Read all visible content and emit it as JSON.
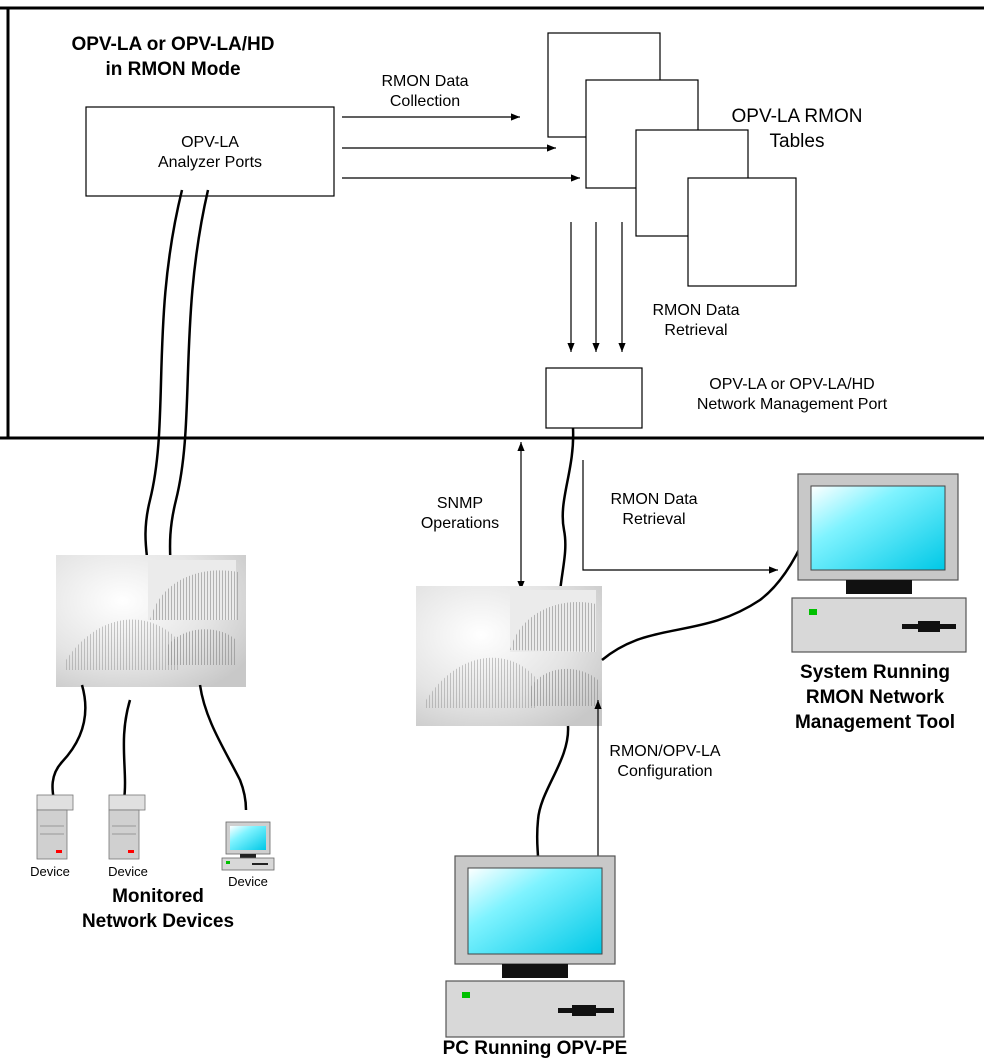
{
  "region": {
    "title_line1": "OPV-LA or OPV-LA/HD",
    "title_line2": "in RMON Mode"
  },
  "analyzer": {
    "line1": "OPV-LA",
    "line2": "Analyzer Ports"
  },
  "collection": {
    "line1": "RMON Data",
    "line2": "Collection"
  },
  "tables": {
    "line1": "OPV-LA RMON",
    "line2": "Tables"
  },
  "retrieval_internal": {
    "line1": "RMON Data",
    "line2": "Retrieval"
  },
  "mgmt_port": {
    "line1": "OPV-LA or OPV-LA/HD",
    "line2": "Network Management Port"
  },
  "snmp": {
    "line1": "SNMP",
    "line2": "Operations"
  },
  "retrieval_external": {
    "line1": "RMON Data",
    "line2": "Retrieval"
  },
  "config": {
    "line1": "RMON/OPV-LA",
    "line2": "Configuration"
  },
  "nms": {
    "line1": "System Running",
    "line2": "RMON Network",
    "line3": "Management Tool"
  },
  "pc": {
    "label": "PC Running OPV-PE"
  },
  "devices": {
    "labels": [
      "Device",
      "Device",
      "Device"
    ],
    "group_line1": "Monitored",
    "group_line2": "Network Devices"
  },
  "colors": {
    "screen": "#00e5ff",
    "bezel": "#c0c0c0",
    "status_green": "#00c000",
    "status_red": "#ff0000",
    "hub_gray": "#d8d8d8"
  }
}
